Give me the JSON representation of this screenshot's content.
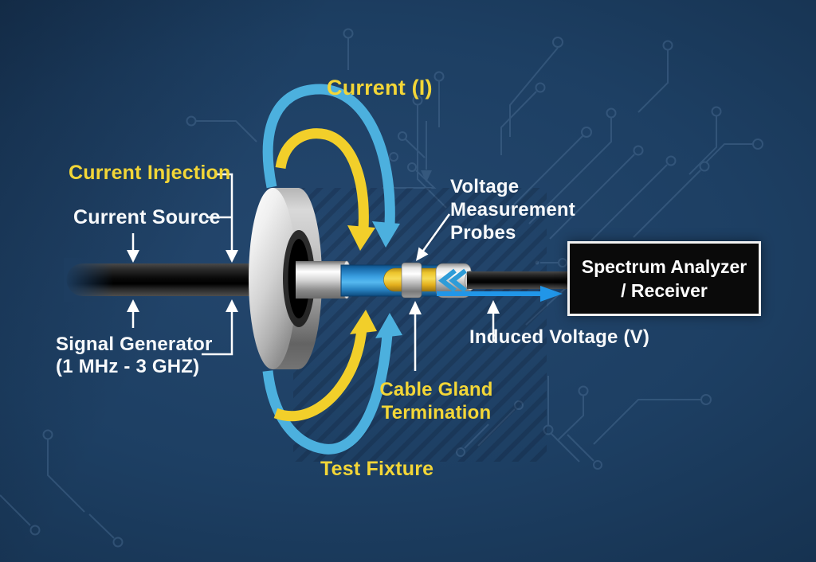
{
  "title": {
    "text": "Current (I)"
  },
  "left_labels": {
    "current_injection": "Current Injection",
    "current_source": "Current Source",
    "signal_generator_line1": "Signal Generator",
    "signal_generator_line2": "(1 MHz - 3 GHZ)"
  },
  "right_labels": {
    "voltage_probes_line1": "Voltage",
    "voltage_probes_line2": "Measurement",
    "voltage_probes_line3": "Probes",
    "induced_voltage": "Induced Voltage (V)",
    "cable_gland_line1": "Cable Gland",
    "cable_gland_line2": "Termination",
    "test_fixture": "Test Fixture"
  },
  "device_box": {
    "line1": "Spectrum Analyzer",
    "line2": "/ Receiver"
  },
  "colors": {
    "background_navy": "#1d3f63",
    "label_yellow": "#f3d637",
    "label_white": "#ffffff",
    "loop_arrow_yellow": "#f2cf2a",
    "loop_arrow_blue": "#4cb0de",
    "induced_arrow_blue": "#2196e8",
    "device_box_bg": "#0a0a0a",
    "device_box_border": "#f2f2f2",
    "probe_ring_silver": "#c9c9c9",
    "coax_blue": "#2f97d9",
    "conductor_yellow": "#f0c838",
    "cable_black": "#111111",
    "circuit_trace": "#56799f"
  }
}
